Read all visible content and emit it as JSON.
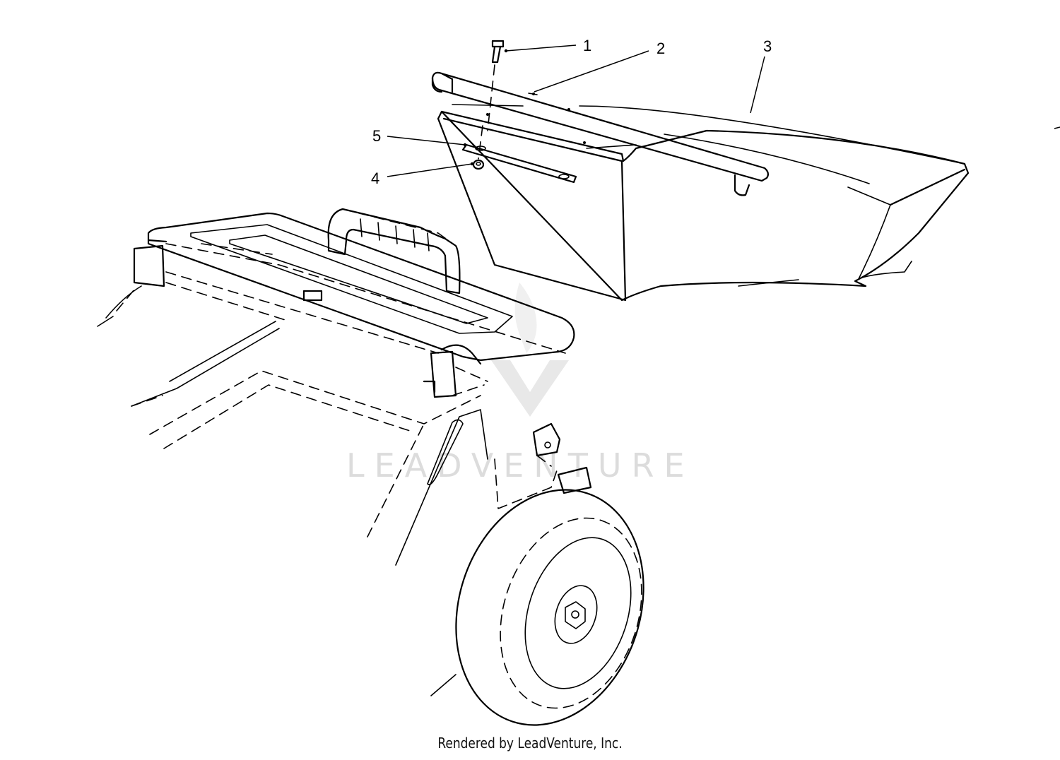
{
  "callouts": [
    {
      "id": "1",
      "label": "1"
    },
    {
      "id": "2",
      "label": "2"
    },
    {
      "id": "3",
      "label": "3"
    },
    {
      "id": "4",
      "label": "4"
    },
    {
      "id": "5",
      "label": "5"
    }
  ],
  "watermark": "LEADVENTURE",
  "footer": "Rendered by LeadVenture, Inc."
}
